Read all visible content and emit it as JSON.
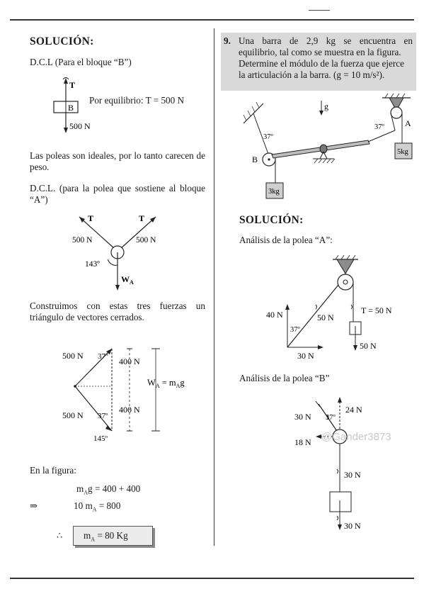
{
  "left": {
    "heading": "SOLUCIÓN:",
    "dcl_b": "D.C.L (Para el bloque “B”)",
    "equilibrium": "Por equilibrio: T = 500 N",
    "fig1": {
      "T": "T",
      "B": "B",
      "w": "500 N"
    },
    "poleas_ideal": "Las poleas son ideales, por lo tanto carecen de peso.",
    "dcl_a": "D.C.L. (para la polea que sostiene al bloque “A”)",
    "fig2": {
      "T1": "T",
      "T2": "T",
      "f1": "500 N",
      "f2": "500 N",
      "ang": "143º",
      "W": "W",
      "Wsub": "A"
    },
    "construimos": "Construimos con estas tres fuerzas un triángulo de vectores cerrados.",
    "fig3": {
      "a": "500 N",
      "b": "37º",
      "c": "400 N",
      "d": "500 N",
      "e": "37º",
      "f": "400 N",
      "g": "145º",
      "wa": "W",
      "wasub": "A",
      "waeq": " = m",
      "masub": "A",
      "mag": "g"
    },
    "en_la_figura": "En la figura:",
    "eq1": {
      "m": "m",
      "sub": "A",
      "rest": "g = 400 + 400"
    },
    "arrow": "⇒",
    "eq2": {
      "a": "10 m",
      "sub": "A",
      "rest": " = 800"
    },
    "therefore": "∴",
    "result": {
      "m": "m",
      "sub": "A",
      "rest": " = 80 Kg"
    }
  },
  "right": {
    "problem_number": "9.",
    "problem_l1": "Una barra de 2,9 kg se encuentra en",
    "problem_l2": "equilibrio, tal como se muestra en la figura.",
    "problem_l3": "Determine el módulo de la fuerza que ejerce",
    "problem_l4": "la articulación a la barra. (g = 10 m/s²).",
    "fig4": {
      "g": "g",
      "a1": "37º",
      "a2": "37º",
      "A": "A",
      "B": "B",
      "m1": "5kg",
      "m2": "3kg"
    },
    "heading": "SOLUCIÓN:",
    "analisis_a": "Análisis de la polea “A”:",
    "fig5": {
      "f1": "40 N",
      "f2": "50 N",
      "f3": "30 N",
      "ang": "37º",
      "T": "T = 50 N",
      "w": "50 N"
    },
    "analisis_b": "Análisis de la polea “B”",
    "fig6": {
      "f1": "30 N",
      "ang": "37º",
      "f2": "24 N",
      "f3": "18 N",
      "f4": "30 N",
      "f5": "30 N"
    },
    "watermark": "@Gander3873"
  }
}
